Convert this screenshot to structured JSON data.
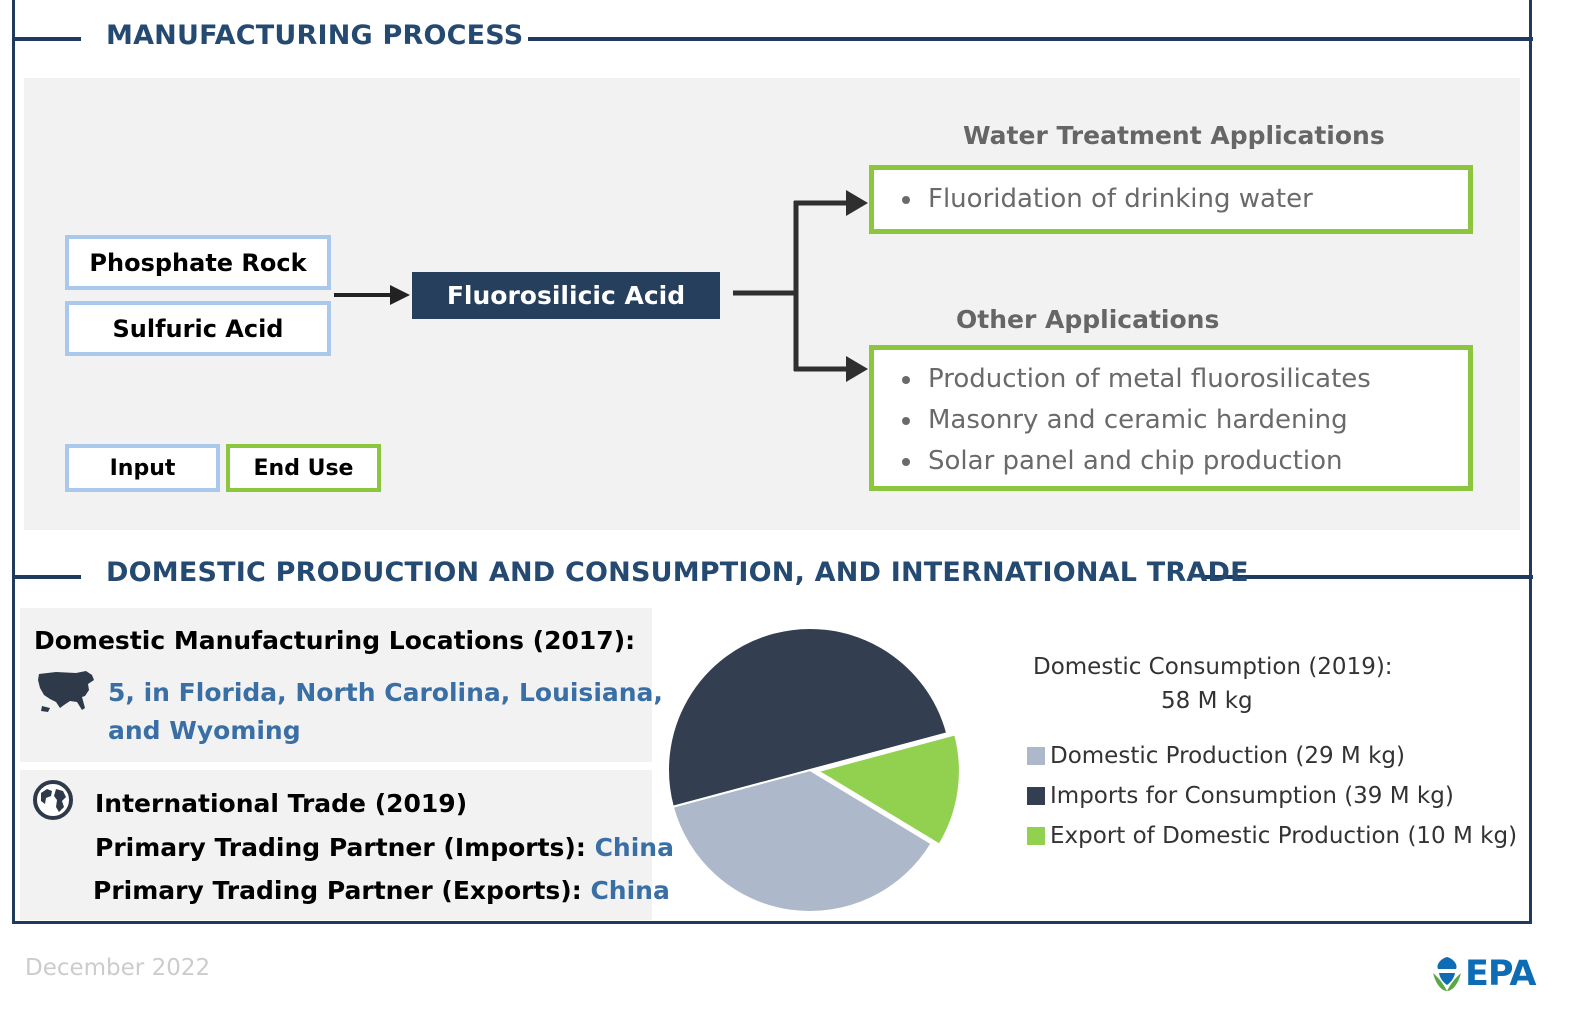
{
  "sections": {
    "manufacturing_title": "MANUFACTURING PROCESS",
    "trade_title": "DOMESTIC PRODUCTION AND CONSUMPTION, AND INTERNATIONAL TRADE"
  },
  "process": {
    "inputs": [
      "Phosphate Rock",
      "Sulfuric Acid"
    ],
    "product": "Fluorosilicic Acid",
    "water_heading": "Water Treatment Applications",
    "water_items": [
      "Fluoridation of drinking water"
    ],
    "other_heading": "Other Applications",
    "other_items": [
      "Production of metal fluorosilicates",
      "Masonry and ceramic hardening",
      "Solar panel and chip production"
    ],
    "legend_input": "Input",
    "legend_enduse": "End Use"
  },
  "domestic": {
    "heading": "Domestic Manufacturing Locations (2017):",
    "line1": "5, in Florida, North Carolina, Louisiana,",
    "line2": "and Wyoming",
    "icon": "us-map-icon"
  },
  "trade": {
    "heading": "International Trade (2019)",
    "imports_label": "Primary Trading Partner (Imports):",
    "imports_value": "China",
    "exports_label": "Primary Trading Partner (Exports):",
    "exports_value": "China",
    "icon": "globe-icon"
  },
  "chart_data": {
    "type": "pie",
    "title": "Domestic Consumption (2019):",
    "subtitle": "58 M kg",
    "legend_position": "right",
    "slices": [
      {
        "label": "Domestic Production (29 M kg)",
        "value": 29,
        "color": "#adb9ca"
      },
      {
        "label": "Imports for Consumption (39 M kg)",
        "value": 39,
        "color": "#333f50"
      },
      {
        "label": "Export of Domestic Production (10 M kg)",
        "value": 10,
        "color": "#92d050"
      }
    ]
  },
  "footer": {
    "date": "December  2022",
    "logo_text": "EPA"
  },
  "colors": {
    "navy": "#1f3b5f",
    "title_blue": "#254a72",
    "input_border": "#a9c8ec",
    "enduse_border": "#8cc63f",
    "link_blue": "#3a6fa5"
  }
}
